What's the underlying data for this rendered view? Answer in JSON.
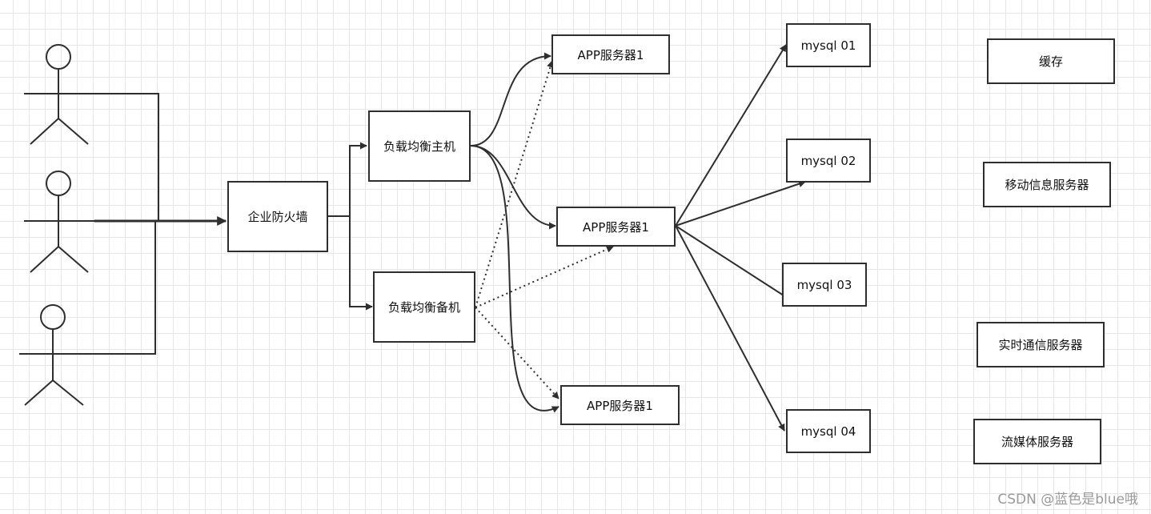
{
  "nodes": {
    "firewall": "企业防火墙",
    "lb_main": "负载均衡主机",
    "lb_backup": "负载均衡备机",
    "app_1": "APP服务器1",
    "app_2": "APP服务器1",
    "app_3": "APP服务器1",
    "mysql_01": "mysql 01",
    "mysql_02": "mysql 02",
    "mysql_03": "mysql 03",
    "mysql_04": "mysql 04",
    "cache": "缓存",
    "mobile_info_server": "移动信息服务器",
    "realtime_comm_server": "实时通信服务器",
    "streaming_server": "流媒体服务器"
  },
  "actors": [
    "user",
    "user",
    "user"
  ],
  "edges": [
    {
      "from": "users",
      "to": "firewall",
      "style": "solid"
    },
    {
      "from": "firewall",
      "to": "lb_main",
      "style": "solid"
    },
    {
      "from": "firewall",
      "to": "lb_backup",
      "style": "solid"
    },
    {
      "from": "lb_main",
      "to": "app_1",
      "style": "solid"
    },
    {
      "from": "lb_main",
      "to": "app_2",
      "style": "solid"
    },
    {
      "from": "lb_main",
      "to": "app_3",
      "style": "solid"
    },
    {
      "from": "lb_backup",
      "to": "app_1",
      "style": "dotted"
    },
    {
      "from": "lb_backup",
      "to": "app_2",
      "style": "dotted"
    },
    {
      "from": "lb_backup",
      "to": "app_3",
      "style": "dotted"
    },
    {
      "from": "app_2",
      "to": "mysql_01",
      "style": "solid"
    },
    {
      "from": "app_2",
      "to": "mysql_02",
      "style": "solid"
    },
    {
      "from": "app_2",
      "to": "mysql_03",
      "style": "solid"
    },
    {
      "from": "app_2",
      "to": "mysql_04",
      "style": "solid"
    }
  ],
  "colors": {
    "stroke": "#2e2e2e",
    "grid": "#e6e6e6",
    "watermark": "#9a9a9a"
  },
  "watermark": "CSDN @蓝色是blue哦"
}
